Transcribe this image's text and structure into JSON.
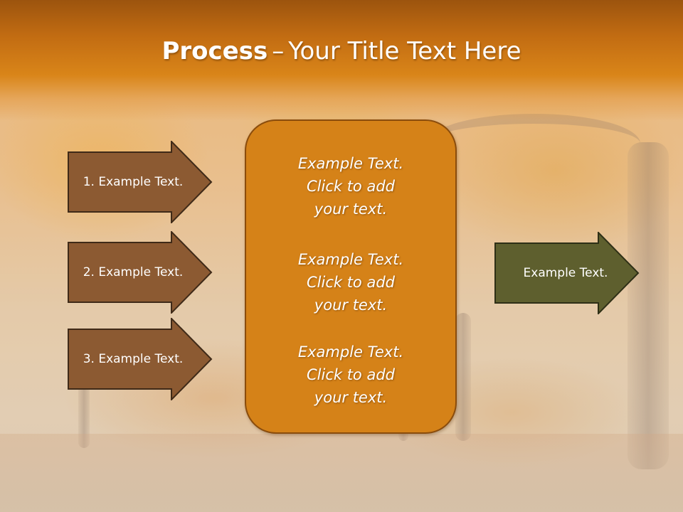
{
  "title": {
    "bold": "Process",
    "separator": "–",
    "rest": "Your Title Text Here"
  },
  "left_steps": [
    {
      "label": "1. Example Text."
    },
    {
      "label": "2. Example Text."
    },
    {
      "label": "3. Example Text."
    }
  ],
  "center_blocks": [
    {
      "line1": "Example Text.",
      "line2": "Click  to add",
      "line3": "your text."
    },
    {
      "line1": "Example Text.",
      "line2": "Click  to add",
      "line3": "your text."
    },
    {
      "line1": "Example Text.",
      "line2": "Click  to add",
      "line3": "your text."
    }
  ],
  "result": {
    "label": "Example Text."
  },
  "colors": {
    "step_arrow": "#8c5a32",
    "result_arrow": "#5e5f2e",
    "panel": "#d58218",
    "title_bar": "#c26c12"
  }
}
